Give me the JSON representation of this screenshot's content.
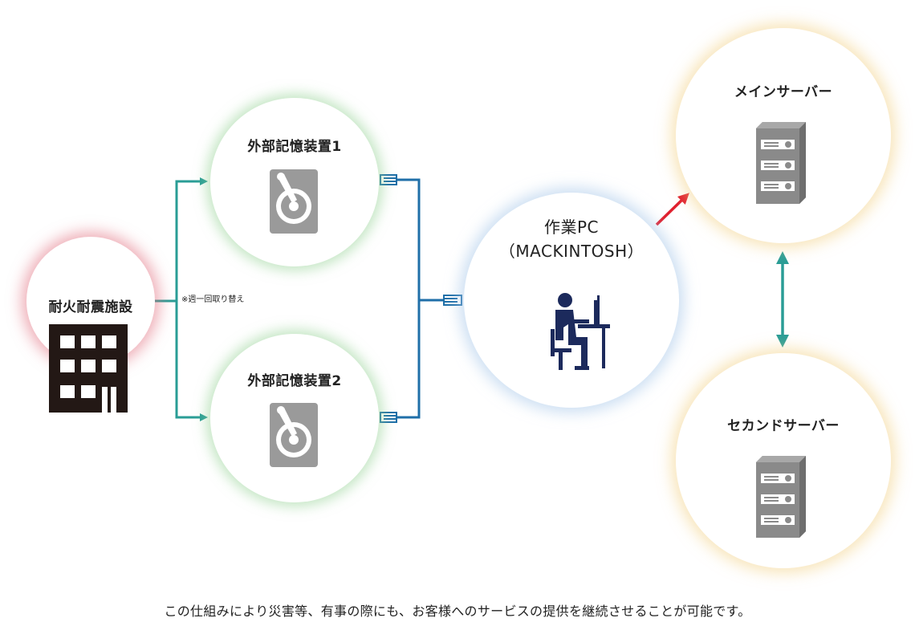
{
  "nodes": {
    "facility": {
      "label": "耐火耐震施設",
      "glow": "#e0697a"
    },
    "storage1": {
      "label": "外部記憶装置1",
      "glow": "#8fd08f"
    },
    "storage2": {
      "label": "外部記憶装置2",
      "glow": "#8fd08f"
    },
    "workpc": {
      "label_line1": "作業PC",
      "label_line2": "（MACKINTOSH）",
      "glow": "#a9c8ea"
    },
    "main_server": {
      "label": "メインサーバー",
      "glow": "#f4d48c"
    },
    "second_server": {
      "label": "セカンドサーバー",
      "glow": "#f4d48c"
    }
  },
  "edge_note": "※週一回取り替え",
  "caption": "この仕組みにより災害等、有事の際にも、お客様へのサービスの提供を継続させることが可能です。",
  "colors": {
    "teal": "#2a9d96",
    "blue_line": "#1f6fa8",
    "red_arrow": "#e0202e",
    "building": "#231815",
    "hdd": "#9a9a9a",
    "server": "#8a8a8a",
    "person": "#1c2a5c"
  }
}
